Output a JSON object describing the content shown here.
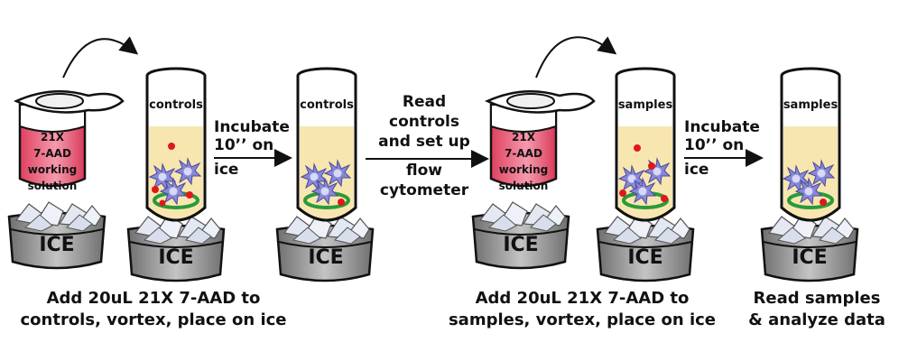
{
  "colors": {
    "ink": "#111111",
    "tube_fluid": "#f8e6b0",
    "reagent_pink": "#ee5a78",
    "bowl_gray": "#9a9a9a",
    "ice_cube": "#e3e8f2",
    "cell_purple": "#8888d8",
    "dot_red": "#e01818",
    "ring_green": "#2a9a3a"
  },
  "icons": [
    "ice-bowl",
    "reagent-vial",
    "test-tube",
    "curved-arrow",
    "straight-arrow",
    "cell-star"
  ],
  "reagent_vial": {
    "line1": "21X",
    "line2": "7-AAD",
    "line3": "working",
    "line4": "solution"
  },
  "ice_label": "ICE",
  "tubes": {
    "controls_1": "controls",
    "controls_2": "controls",
    "samples_1": "samples",
    "samples_2": "samples"
  },
  "steps": {
    "incubate_1": [
      "Incubate",
      "10’’ on",
      "ice"
    ],
    "read_controls": [
      "Read",
      "controls",
      "and set up",
      "flow",
      "cytometer"
    ],
    "incubate_2": [
      "Incubate",
      "10’’ on",
      "ice"
    ]
  },
  "captions": {
    "add_controls": [
      "Add 20uL 21X 7-AAD to",
      "controls, vortex, place on ice"
    ],
    "add_samples": [
      "Add 20uL 21X 7-AAD to",
      "samples, vortex, place on ice"
    ],
    "read_samples": [
      "Read samples",
      "& analyze data"
    ]
  }
}
